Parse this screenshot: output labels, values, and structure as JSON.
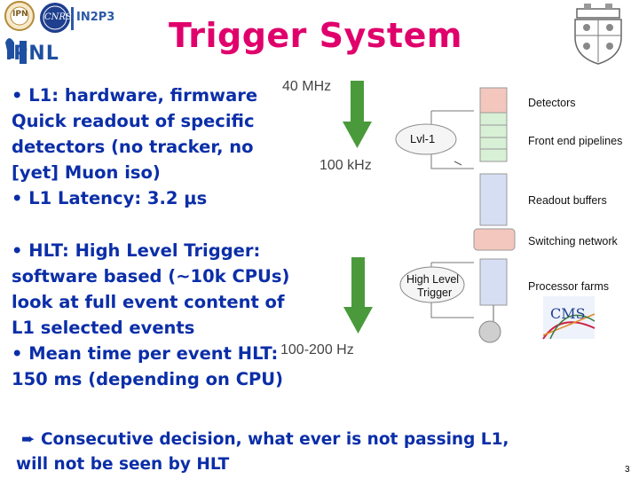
{
  "header": {
    "title": "Trigger System",
    "logos": [
      {
        "name": "ip-logo",
        "text": "IPN"
      },
      {
        "name": "cnrs-logo",
        "text": "CNRS"
      },
      {
        "name": "in2p3-logo",
        "text": "IN2P3"
      },
      {
        "name": "ipnl-logo",
        "text": "IPNL"
      }
    ]
  },
  "content": {
    "l1_lines": [
      "• L1: hardware, firmware",
      "Quick readout of specific",
      "detectors (no tracker, no",
      "[yet] Muon iso)",
      "• L1 Latency: 3.2 μs"
    ],
    "hlt_lines": [
      "• HLT: High Level Trigger:",
      "software based (~10k CPUs)",
      "look at full event content of",
      "L1 selected events",
      "• Mean time per event HLT:",
      "150 ms (depending on CPU)"
    ],
    "conclusion_lines": [
      "➨ Consecutive decision, what ever is not passing L1,",
      "will not be seen by HLT"
    ]
  },
  "diagram": {
    "rates": [
      "40 MHz",
      "100 kHz",
      "100-200 Hz"
    ],
    "boxes": {
      "lvl1": "Lvl-1",
      "hlt_line1": "High Level",
      "hlt_line2": "Trigger"
    },
    "labels": [
      "Detectors",
      "Front end pipelines",
      "Readout buffers",
      "Switching network",
      "Processor farms"
    ],
    "badge": "CMS",
    "arrow_color": "#4a9a3c"
  },
  "footer": {
    "page_number": "3"
  }
}
